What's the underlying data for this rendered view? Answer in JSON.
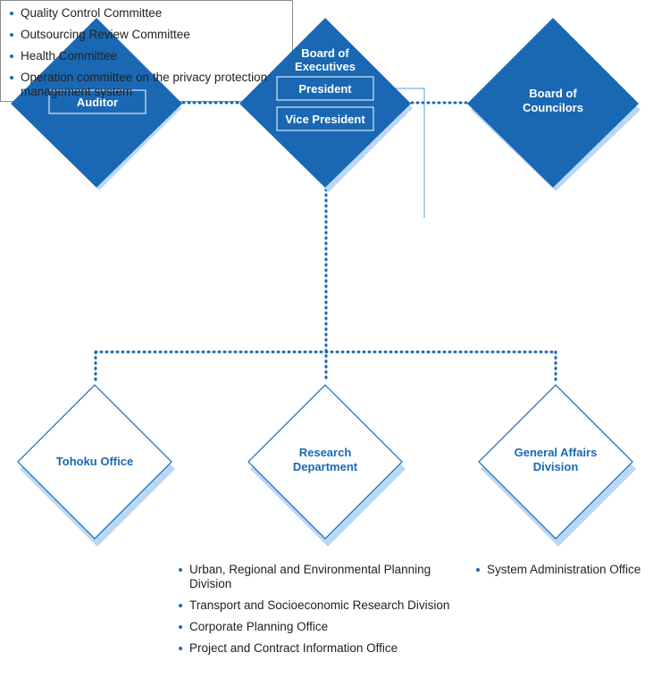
{
  "nodes": {
    "auditor": {
      "label": "Auditor"
    },
    "board_executives": {
      "title_line1": "Board of",
      "title_line2": "Executives",
      "president": "President",
      "vice_president": "Vice President"
    },
    "board_councilors": {
      "line1": "Board of",
      "line2": "Councilors"
    },
    "tohoku": {
      "label": "Tohoku Office"
    },
    "research": {
      "line1": "Research",
      "line2": "Department"
    },
    "general_affairs": {
      "line1": "General Affairs",
      "line2": "Division"
    }
  },
  "committees": [
    "Quality Control Committee",
    "Outsourcing Review Committee",
    "Health Committee",
    "Operation committee on the privacy protection management system"
  ],
  "research_divisions": [
    "Urban, Regional and Environmental Planning Division",
    "Transport and Socioeconomic Research Division",
    "Corporate Planning Office",
    "Project and Contract Information Office"
  ],
  "general_affairs_offices": [
    "System Administration Office"
  ],
  "colors": {
    "primary": "#1a68b3",
    "shadow": "#b9d8f5",
    "text": "#222222"
  }
}
